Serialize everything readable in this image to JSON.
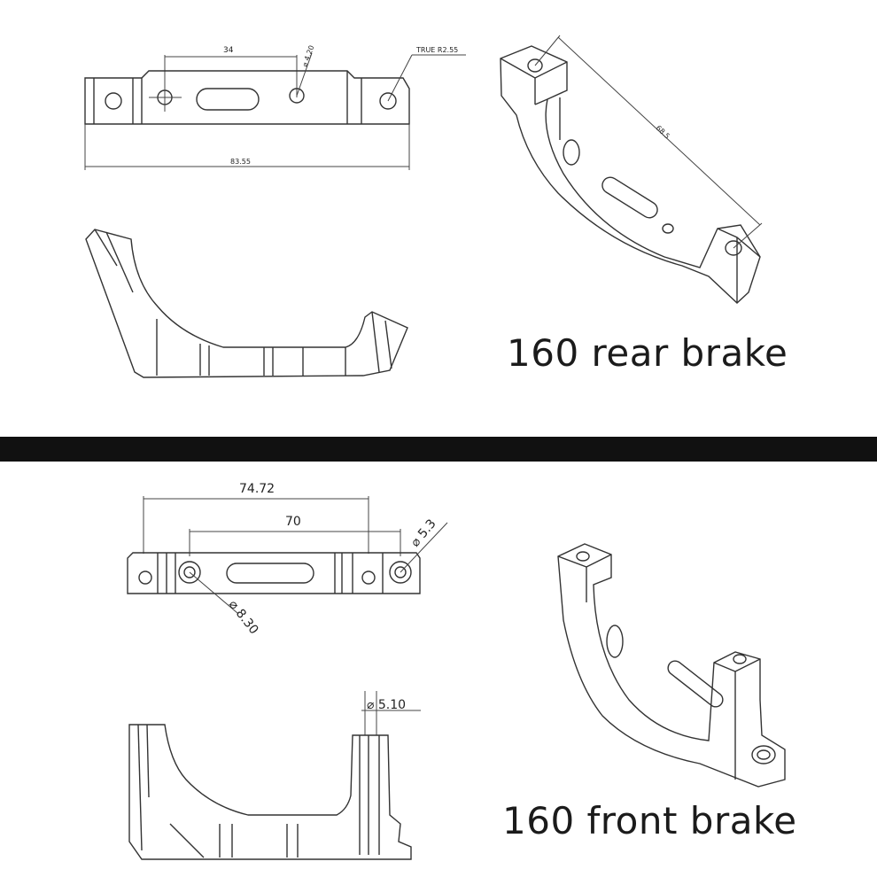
{
  "rear": {
    "caption": "160 rear brake",
    "dim_hole_spacing": "34",
    "dim_overall_length": "83.55",
    "dim_hole_dia": "⌀ 4.20",
    "dim_radius": "TRUE R2.55",
    "dim_iso_length": "68.5"
  },
  "front": {
    "caption": "160 front brake",
    "dim_outer_spacing": "74.72",
    "dim_inner_spacing": "70",
    "dim_small_hole": "⌀ 5.3",
    "dim_large_hole": "⌀ 8.30",
    "dim_post_hole": "⌀ 5.10"
  },
  "colors": {
    "divider": "#111111",
    "line": "#333333",
    "text": "#1b1b1b"
  }
}
